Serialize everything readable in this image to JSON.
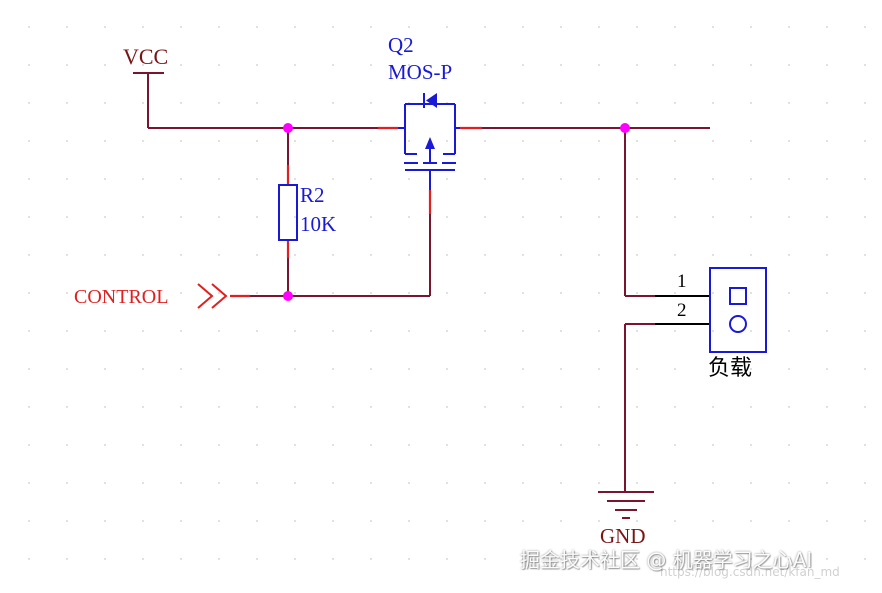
{
  "power": {
    "vcc_label": "VCC",
    "gnd_label": "GND"
  },
  "mosfet": {
    "designator": "Q2",
    "type": "MOS-P"
  },
  "resistor": {
    "designator": "R2",
    "value": "10K"
  },
  "control": {
    "label": "CONTROL"
  },
  "connector": {
    "pin1": "1",
    "pin2": "2",
    "name": "负载"
  },
  "watermark": {
    "main": "掘金技术社区 @ 机器学习之心AI",
    "faint": "https://blog.csdn.net/kfan_md"
  },
  "colors": {
    "wire": "#7a1530",
    "component": "#1a1ad6",
    "pin_tip": "#e02020",
    "junction": "#ff00ff",
    "background": "#ffffff",
    "grid_dot": "#d9d9d9"
  }
}
